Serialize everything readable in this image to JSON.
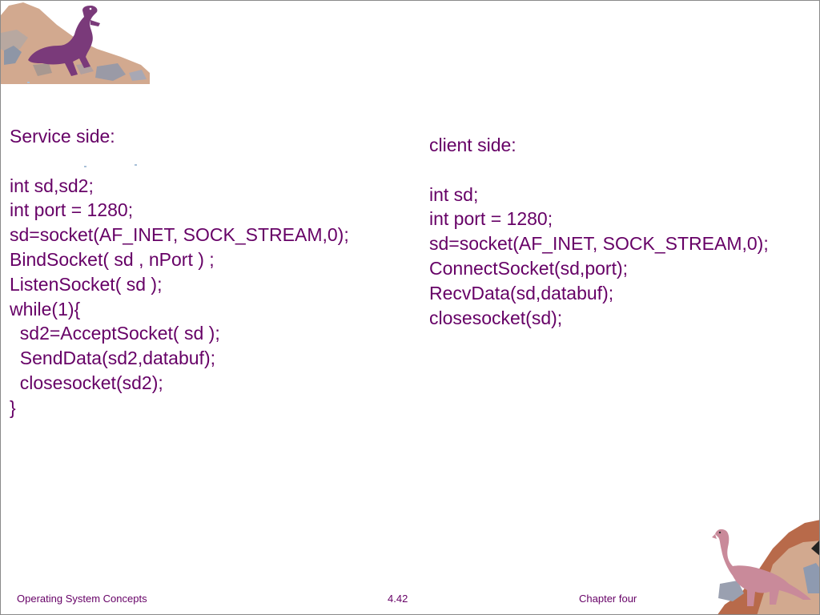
{
  "server": {
    "lines": [
      "Service side:",
      "",
      "int sd,sd2;",
      "int port = 1280;",
      "sd=socket(AF_INET, SOCK_STREAM,0);",
      "BindSocket( sd , nPort ) ;",
      "ListenSocket( sd );",
      "while(1){",
      "  sd2=AcceptSocket( sd );",
      "  SendData(sd2,databuf);",
      "  closesocket(sd2);",
      "}"
    ]
  },
  "client": {
    "lines": [
      "client side:",
      "",
      "int sd;",
      "int port = 1280;",
      "sd=socket(AF_INET, SOCK_STREAM,0);",
      "ConnectSocket(sd,port);",
      "RecvData(sd,databuf);",
      "closesocket(sd);"
    ]
  },
  "footer": {
    "left": "Operating System Concepts",
    "center": "4.42",
    "right": "Chapter four"
  },
  "colors": {
    "text": "#660066",
    "frame": "#8a8a8a",
    "dinosaur_top": "#7a3a7a",
    "dinosaur_bottom": "#c98a9a",
    "rock": "#d2a98f"
  }
}
